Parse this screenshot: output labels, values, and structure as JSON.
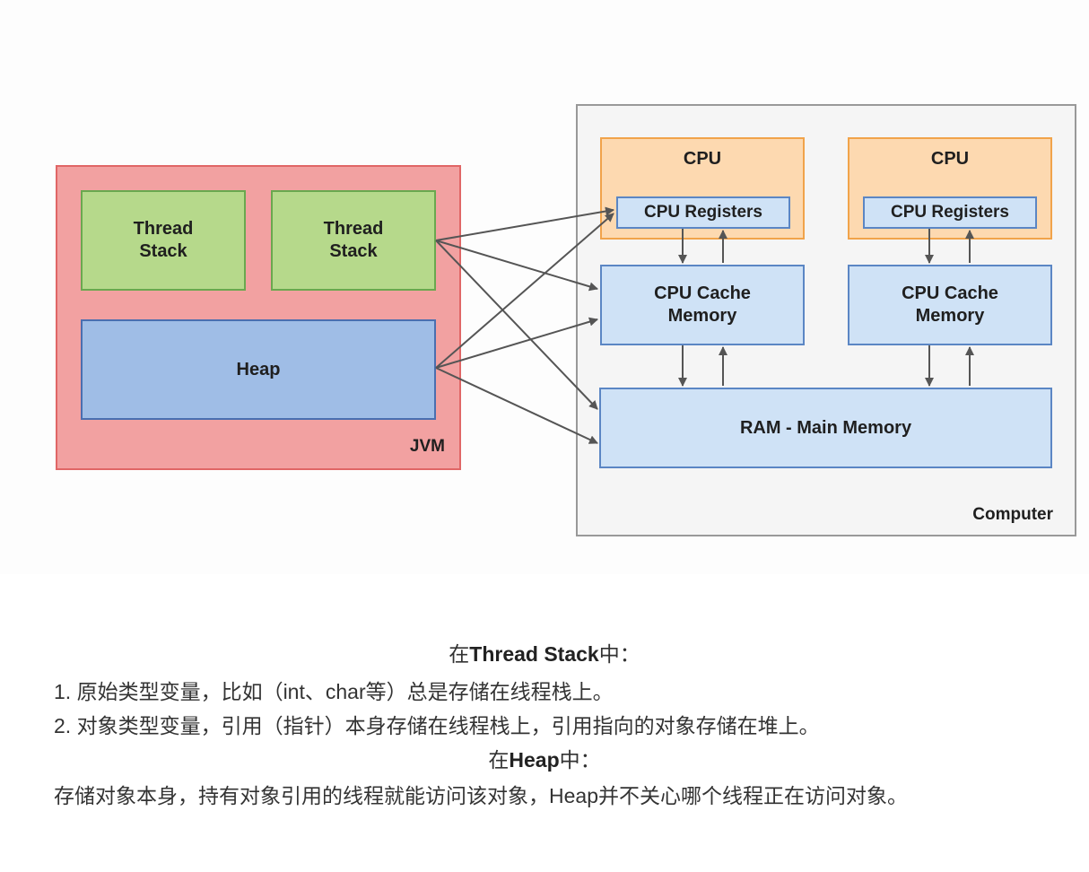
{
  "diagram": {
    "jvm": {
      "label": "JVM",
      "thread_stack_1": "Thread\nStack",
      "thread_stack_2": "Thread\nStack",
      "heap": "Heap"
    },
    "computer": {
      "label": "Computer",
      "cpu_1": {
        "title": "CPU",
        "registers": "CPU Registers",
        "cache": "CPU Cache\nMemory"
      },
      "cpu_2": {
        "title": "CPU",
        "registers": "CPU Registers",
        "cache": "CPU Cache\nMemory"
      },
      "ram": "RAM - Main Memory"
    },
    "colors": {
      "jvm_fill": "#f2a1a1",
      "thread_fill": "#b6d98b",
      "heap_fill": "#9fbde6",
      "cpu_fill": "#fdd9b0",
      "memory_fill": "#cfe2f6",
      "arrow": "#555555"
    }
  },
  "caption": {
    "line1_prefix": "在",
    "line1_bold": "Thread Stack",
    "line1_suffix": "中：",
    "line2": "1. 原始类型变量，比如（int、char等）总是存储在线程栈上。",
    "line3": "2. 对象类型变量，引用（指针）本身存储在线程栈上，引用指向的对象存储在堆上。",
    "line4_prefix": "在",
    "line4_bold": "Heap",
    "line4_suffix": "中：",
    "line5": "存储对象本身，持有对象引用的线程就能访问该对象，Heap并不关心哪个线程正在访问对象。"
  }
}
